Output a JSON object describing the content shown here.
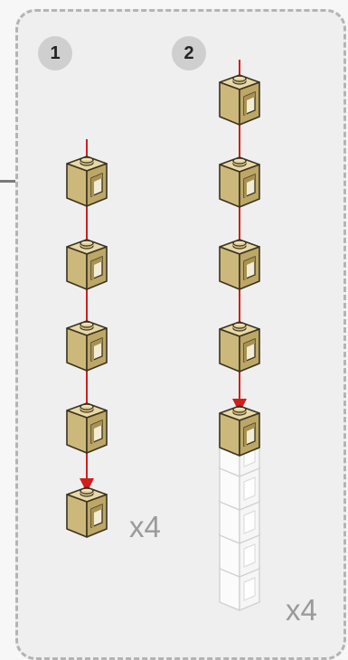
{
  "steps": [
    {
      "number": "1",
      "quantity": "x4"
    },
    {
      "number": "2",
      "quantity": "x4"
    }
  ],
  "colors": {
    "cube_face": "#d6c28a",
    "cube_top": "#e7d8a6",
    "cube_side": "#b9a465",
    "cube_outline": "#3b3320",
    "arrow": "#d21d1d",
    "ghost_outline": "#cfcfcf",
    "panel_border": "#b4b4b4"
  },
  "icons": [
    "block-icon",
    "stack-arrow-icon",
    "ghost-stack-icon"
  ]
}
